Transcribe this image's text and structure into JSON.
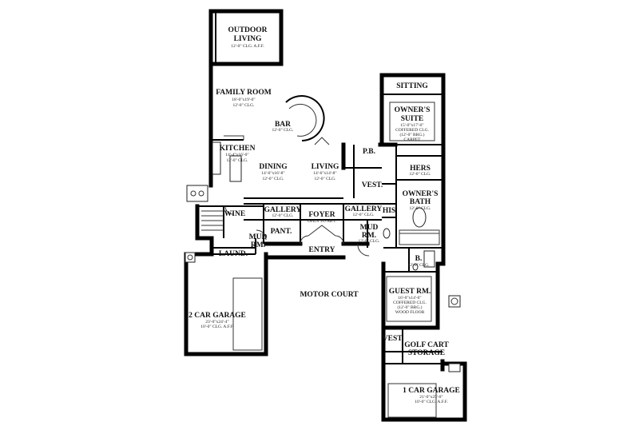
{
  "rooms": {
    "outdoor_living": {
      "name_1": "OUTDOOR",
      "name_2": "LIVING",
      "spec_1": "12'-0\" CLG. A.F.F."
    },
    "family_room": {
      "name_1": "FAMILY ROOM",
      "spec_1": "18'-0\"x19'-0\"",
      "spec_2": "12'-0\" CLG."
    },
    "bar": {
      "name_1": "BAR",
      "spec_1": "12'-0\" CLG."
    },
    "kitchen": {
      "name_1": "KITCHEN",
      "spec_1": "14'-4\"x16'-0\"",
      "spec_2": "12'-0\" CLG."
    },
    "dining": {
      "name_1": "DINING",
      "spec_1": "14'-6\"x16'-8\"",
      "spec_2": "12'-0\" CLG."
    },
    "living": {
      "name_1": "LIVING",
      "spec_1": "14'-6\"x14'-8\"",
      "spec_2": "12'-0\" CLG."
    },
    "pb": {
      "name_1": "P.B."
    },
    "vest_upper": {
      "name_1": "VEST."
    },
    "sitting": {
      "name_1": "SITTING"
    },
    "owners_suite": {
      "name_1": "OWNER'S",
      "name_2": "SUITE",
      "spec_1": "15'-0\"x17'-0\"",
      "spec_2": "COFFERED CLG.",
      "spec_3": "(12'-0\" BRG.)",
      "spec_4": "CARPET"
    },
    "hers": {
      "name_1": "HERS",
      "spec_1": "12'-0\" CLG."
    },
    "his": {
      "name_1": "HIS"
    },
    "owners_bath": {
      "name_1": "OWNER'S",
      "name_2": "BATH",
      "spec_1": "12'-0\" CLG."
    },
    "wine": {
      "name_1": "WINE"
    },
    "gallery_left": {
      "name_1": "GALLERY",
      "spec_1": "12'-0\" CLG."
    },
    "foyer": {
      "name_1": "FOYER",
      "spec_1": "OPEN TO ABV."
    },
    "gallery_right": {
      "name_1": "GALLERY",
      "spec_1": "12'-0\" CLG."
    },
    "mud_rm_right": {
      "name_1": "MUD",
      "name_2": "RM.",
      "spec_1": "12'-0\" CLG."
    },
    "mud_rm_left": {
      "name_1": "MUD",
      "name_2": "RM."
    },
    "pant": {
      "name_1": "PANT."
    },
    "entry": {
      "name_1": "ENTRY"
    },
    "laund": {
      "name_1": "LAUND."
    },
    "b": {
      "name_1": "B.",
      "spec_1": "12'-0\" CLG."
    },
    "guest_rm": {
      "name_1": "GUEST RM.",
      "spec_1": "16'-0\"x14'-0\"",
      "spec_2": "COFFERED CLG.",
      "spec_3": "(12'-0\" BRG.)",
      "spec_4": "WOOD FLOOR"
    },
    "motor_court": {
      "name_1": "MOTOR COURT"
    },
    "garage_2car": {
      "name_1": "2 CAR GARAGE",
      "spec_1": "23'-0\"x24'-4\"",
      "spec_2": "10'-0\" CLG. A.F.F."
    },
    "vest_lower": {
      "name_1": "VEST."
    },
    "golf_cart": {
      "name_1": "GOLF CART",
      "name_2": "STORAGE"
    },
    "garage_1car": {
      "name_1": "1 CAR GARAGE",
      "spec_1": "21'-0\"x25'-0\"",
      "spec_2": "10'-0\" CLG. A.F.F."
    }
  }
}
